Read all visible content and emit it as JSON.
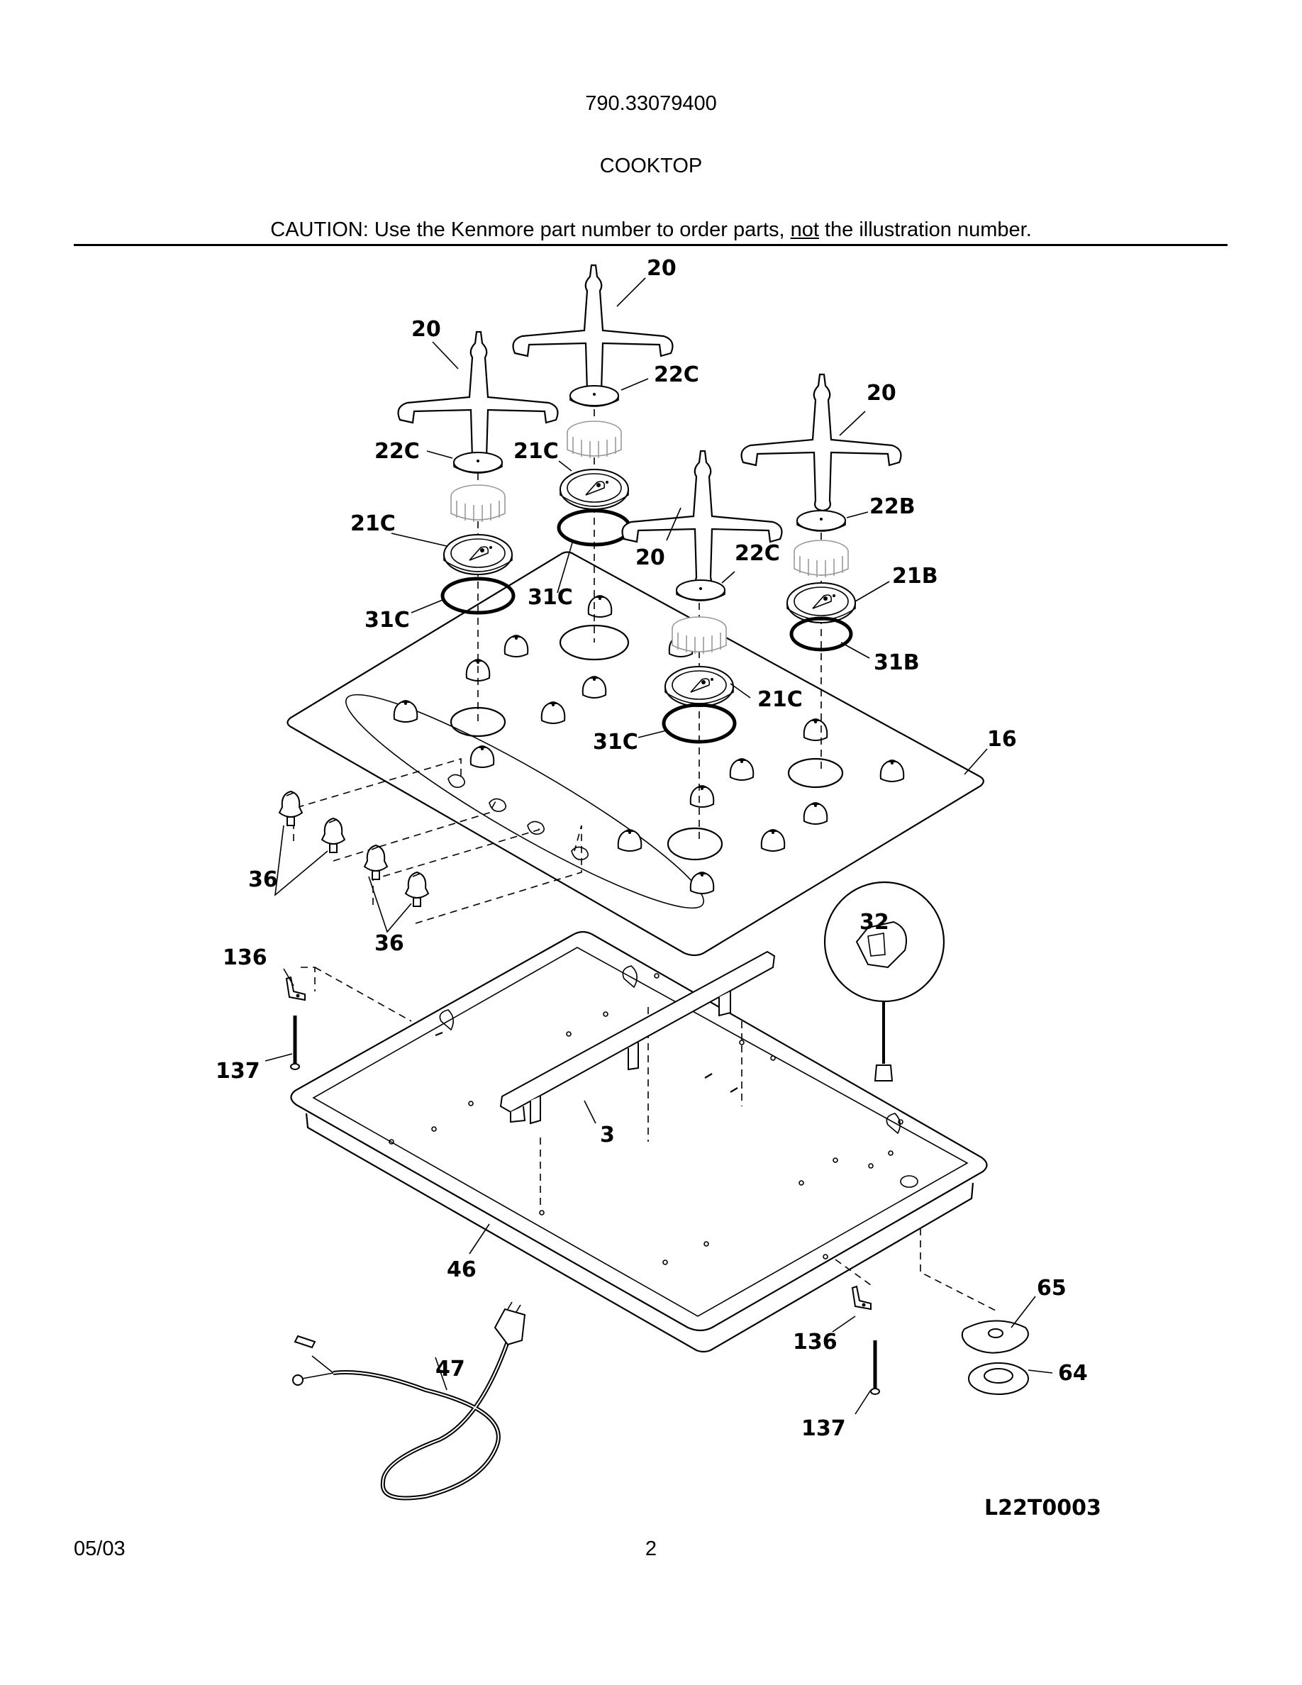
{
  "header": {
    "model_number": "790.33079400",
    "section_title": "COOKTOP",
    "caution_before": "CAUTION: Use the Kenmore part number to order parts, ",
    "caution_underlined": "not",
    "caution_after": " the illustration number."
  },
  "callouts": {
    "grate_top": "20",
    "grate_left": "20",
    "grate_right": "20",
    "grate_center": "20",
    "cap_top": "22C",
    "cap_left": "22C",
    "cap_center": "22C",
    "cap_right": "22B",
    "head_left": "21C",
    "head_top": "21C",
    "head_center": "21C",
    "head_right": "21B",
    "ring_left": "31C",
    "ring_top": "31C",
    "ring_center": "31C",
    "ring_right": "31B",
    "cooktop_glass": "16",
    "knobs_upper": "36",
    "knobs_lower": "36",
    "bracket_left": "136",
    "screw_left": "137",
    "igniter_switch": "32",
    "manifold": "3",
    "burner_box": "46",
    "power_cord": "47",
    "bracket_right": "136",
    "screw_right": "137",
    "grommet_top": "65",
    "grommet_bottom": "64"
  },
  "illustration_id": "L22T0003",
  "footer": {
    "date": "05/03",
    "page_number": "2"
  }
}
